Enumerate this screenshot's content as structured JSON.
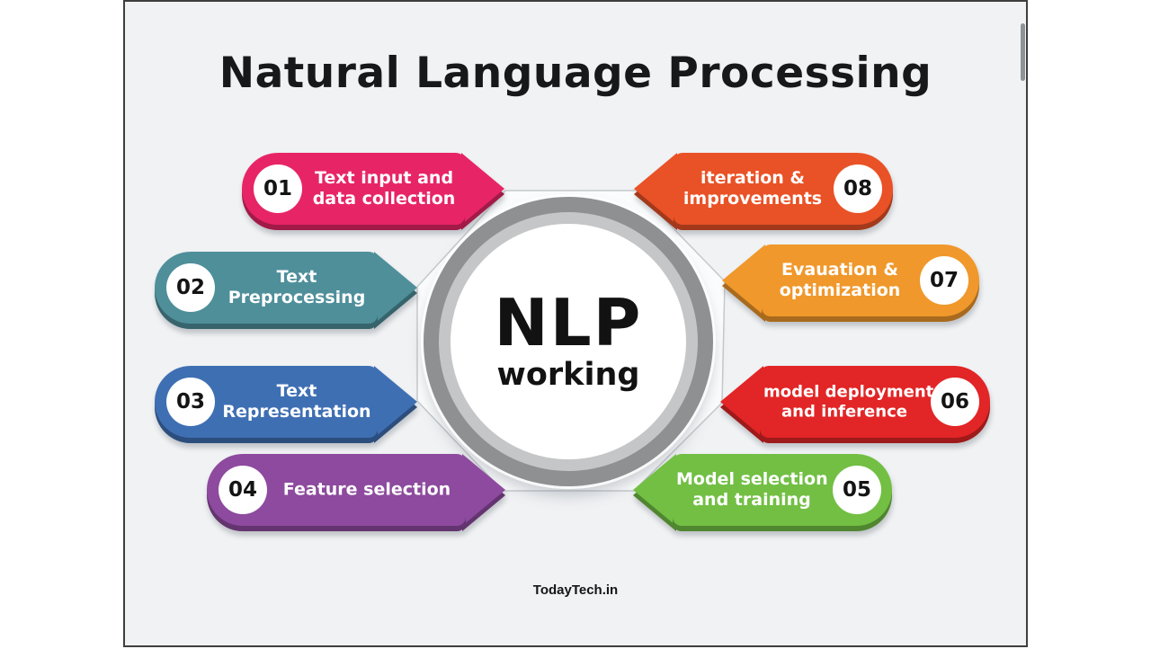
{
  "title": "Natural Language Processing",
  "center": {
    "heading": "NLP",
    "subheading": "working"
  },
  "footer": {
    "brand": "TodayTech.in"
  },
  "theme": {
    "page_bg": "#ffffff",
    "canvas_bg": "#f0f2f4",
    "canvas_border": "#3f3f3f",
    "octagon_fill": "#fbfcfd",
    "octagon_stroke": "#c5c9cc",
    "ring_outer": "#8e9092",
    "ring_inner": "#c5c6c8",
    "hub_fill": "#ffffff",
    "title_color": "#17181a",
    "step_text": "#ffffff",
    "number_color": "#141414",
    "scrollbar": "#8f9397"
  },
  "steps": [
    {
      "number": "01",
      "label": "Text input and\ndata collection",
      "color": "#e72566",
      "side": "left"
    },
    {
      "number": "02",
      "label": "Text\nPreprocessing",
      "color": "#4e8f9a",
      "side": "left"
    },
    {
      "number": "03",
      "label": "Text\nRepresentation",
      "color": "#3f6fb3",
      "side": "left"
    },
    {
      "number": "04",
      "label": "Feature selection",
      "color": "#8d4a9e",
      "side": "left"
    },
    {
      "number": "05",
      "label": "Model selection\nand training",
      "color": "#72bf44",
      "side": "right"
    },
    {
      "number": "06",
      "label": "model deployment\nand inference",
      "color": "#e22526",
      "side": "right"
    },
    {
      "number": "07",
      "label": "Evauation &\noptimization",
      "color": "#f0982b",
      "side": "right"
    },
    {
      "number": "08",
      "label": "iteration &\nimprovements",
      "color": "#e95226",
      "side": "right"
    }
  ]
}
